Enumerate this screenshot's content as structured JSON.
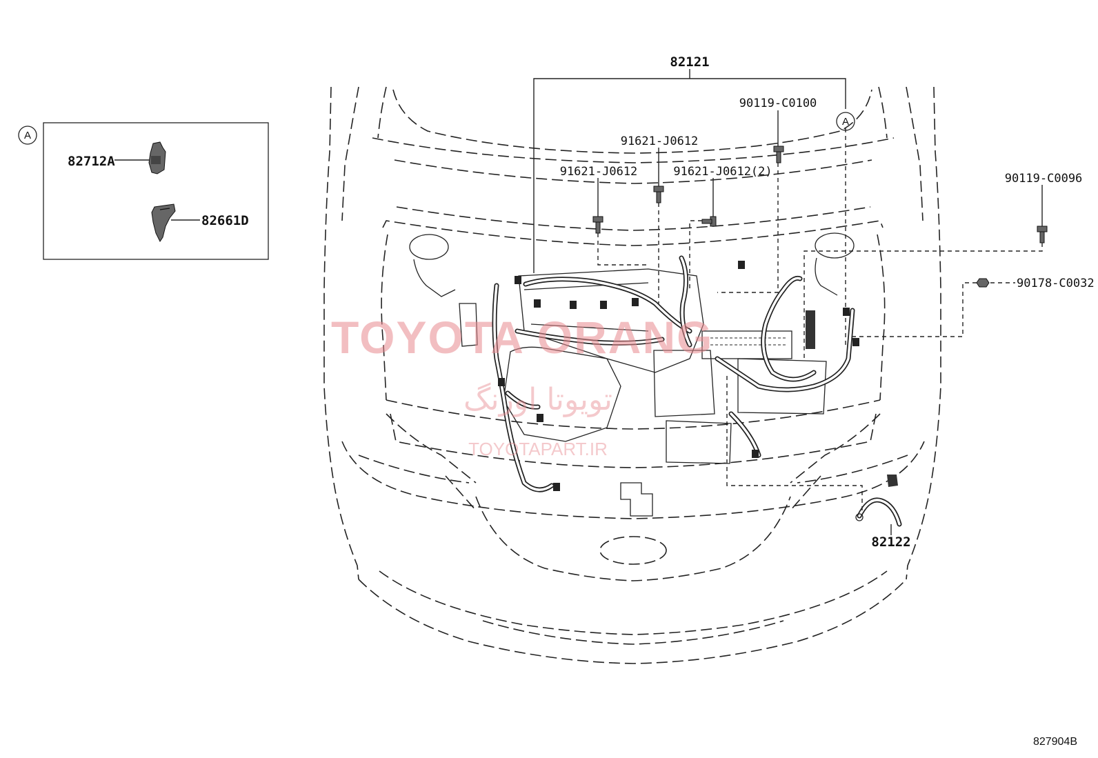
{
  "figure_id": "827904B",
  "inset": {
    "marker": "A",
    "parts": [
      {
        "code": "82712A",
        "icon": "connector-icon"
      },
      {
        "code": "82661D",
        "icon": "bracket-icon"
      }
    ]
  },
  "callouts": {
    "harness_main": "82121",
    "harness_sub": "82122",
    "bolt_top_right": "90119-C0100",
    "bolt_center": "91621-J0612",
    "bolt_left": "91621-J0612",
    "bolt_pair": "91621-J0612(2)",
    "bolt_far_right": "90119-C0096",
    "nut_right": "90178-C0032",
    "view_marker": "A"
  },
  "watermark": {
    "main": "TOYOTA ORANG",
    "persian": "تویوتا اورنگ",
    "site": "TOYOTAPART.IR"
  },
  "colors": {
    "line": "#222222",
    "watermark": "#e88a8f"
  }
}
